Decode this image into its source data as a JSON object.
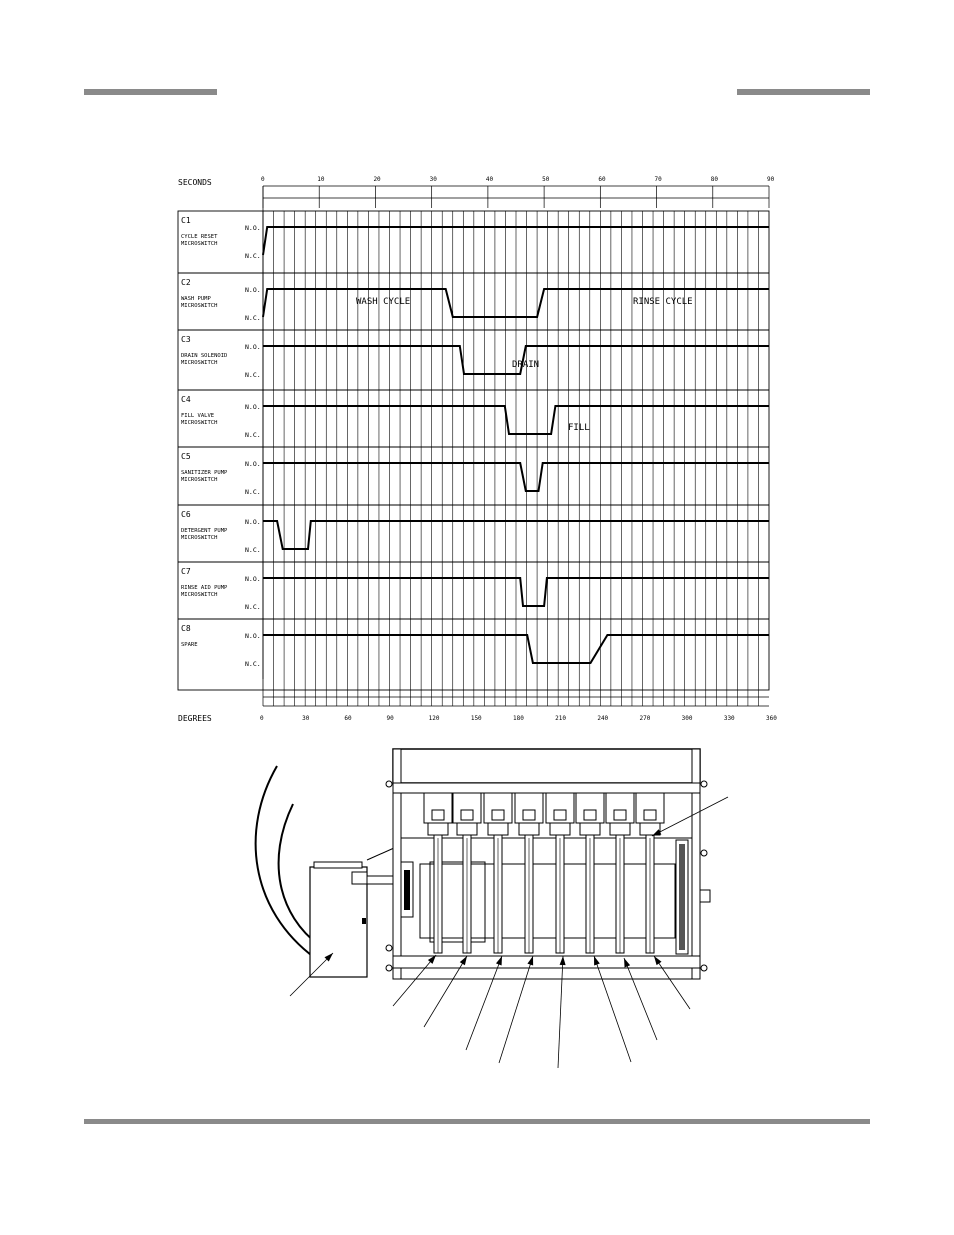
{
  "header": {
    "left_rule": "",
    "right_rule": ""
  },
  "timing_chart": {
    "seconds_label": "SECONDS",
    "degrees_label": "DEGREES",
    "seconds_ticks": [
      "0",
      "10",
      "20",
      "30",
      "40",
      "50",
      "60",
      "70",
      "80",
      "90"
    ],
    "degrees_ticks": [
      "0",
      "30",
      "60",
      "90",
      "120",
      "150",
      "180",
      "210",
      "240",
      "270",
      "300",
      "330",
      "360"
    ],
    "no_label": "N.O.",
    "nc_label": "N.C.",
    "rows": [
      {
        "id": "C1",
        "desc": [
          "CYCLE RESET",
          "MICROSWITCH"
        ],
        "states": [
          [
            0,
            0
          ],
          [
            3,
            1
          ],
          [
            360,
            1
          ]
        ]
      },
      {
        "id": "C2",
        "desc": [
          "WASH PUMP",
          "MICROSWITCH"
        ],
        "states": [
          [
            0,
            0
          ],
          [
            3,
            1
          ],
          [
            55,
            1
          ],
          [
            130,
            1
          ],
          [
            135,
            0
          ],
          [
            195,
            0
          ],
          [
            200,
            1
          ],
          [
            360,
            1
          ]
        ]
      },
      {
        "id": "C3",
        "desc": [
          "DRAIN SOLENOID",
          "MICROSWITCH"
        ],
        "states": [
          [
            0,
            1
          ],
          [
            140,
            1
          ],
          [
            143,
            0
          ],
          [
            183,
            0
          ],
          [
            187,
            1
          ],
          [
            360,
            1
          ]
        ]
      },
      {
        "id": "C4",
        "desc": [
          "FILL VALVE",
          "MICROSWITCH"
        ],
        "states": [
          [
            0,
            1
          ],
          [
            172,
            1
          ],
          [
            175,
            0
          ],
          [
            205,
            0
          ],
          [
            208,
            1
          ],
          [
            360,
            1
          ]
        ]
      },
      {
        "id": "C5",
        "desc": [
          "SANITIZER PUMP",
          "MICROSWITCH"
        ],
        "states": [
          [
            0,
            1
          ],
          [
            183,
            1
          ],
          [
            187,
            0
          ],
          [
            196,
            0
          ],
          [
            199,
            1
          ],
          [
            360,
            1
          ]
        ]
      },
      {
        "id": "C6",
        "desc": [
          "DETERGENT PUMP",
          "MICROSWITCH"
        ],
        "states": [
          [
            0,
            1
          ],
          [
            10,
            1
          ],
          [
            14,
            0
          ],
          [
            32,
            0
          ],
          [
            34,
            1
          ],
          [
            360,
            1
          ]
        ]
      },
      {
        "id": "C7",
        "desc": [
          "RINSE AID PUMP",
          "MICROSWITCH"
        ],
        "states": [
          [
            0,
            1
          ],
          [
            183,
            1
          ],
          [
            185,
            0
          ],
          [
            200,
            0
          ],
          [
            202,
            1
          ],
          [
            360,
            1
          ]
        ]
      },
      {
        "id": "C8",
        "desc": [
          "SPARE"
        ],
        "states": [
          [
            0,
            1
          ],
          [
            188,
            1
          ],
          [
            192,
            0
          ],
          [
            233,
            0
          ],
          [
            245,
            1
          ],
          [
            360,
            1
          ]
        ]
      }
    ],
    "annotations": [
      {
        "text": "WASH CYCLE",
        "row": 1
      },
      {
        "text": "RINSE CYCLE",
        "row": 1
      },
      {
        "text": "DRAIN",
        "row": 2
      },
      {
        "text": "FILL",
        "row": 3
      }
    ]
  },
  "cam_assembly": {
    "switch_count": 8
  }
}
